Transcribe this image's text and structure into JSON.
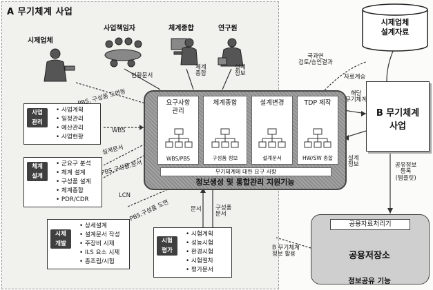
{
  "region_a": {
    "title": "A 무기체계 사업",
    "actors": {
      "trial_company": "시제업체",
      "project_manager": "사업책임자",
      "system_engineering": "체계종합",
      "researcher": "연구원"
    }
  },
  "side_boxes": {
    "project_management": {
      "tag": "사업\n관리",
      "items": [
        "사업계획",
        "일정관리",
        "예산관리",
        "사업현황"
      ]
    },
    "system_design": {
      "tag": "체계\n설계",
      "items": [
        "군요구 분석",
        "체계 설계",
        "구성품 설계",
        "체계종합",
        "PDR/CDR"
      ]
    },
    "trial_development": {
      "tag": "시제\n개발",
      "items": [
        "상세설계",
        "설계문서 작성",
        "주장비 시제",
        "ILS 요소 시제",
        "총조립/시험"
      ]
    },
    "test_evaluation": {
      "tag": "시험\n평가",
      "items": [
        "시험계획",
        "성능시험",
        "환경시험",
        "시험절차",
        "평가문서"
      ]
    }
  },
  "central": {
    "cells": [
      {
        "title": "요구사항\n관리",
        "sub": "WBS/PBS"
      },
      {
        "title": "체계종합",
        "sub": "구성품 정보"
      },
      {
        "title": "설계변경",
        "sub": "설계문서"
      },
      {
        "title": "TDP 제작",
        "sub": "HW/SW 종합"
      }
    ],
    "requirements_bar": "무기체계에 대한 요구 사항",
    "footer": "정보생성 및 통합관리 지원기능"
  },
  "b_project": {
    "title": "B 무기체계\n사업"
  },
  "trial_docs": {
    "title": "시제업체\n설계자료"
  },
  "shared_store": {
    "label": "공용자료처리기",
    "store": "공용저장소",
    "footer": "정보공유 기능"
  },
  "flow_labels": {
    "pbs_drawing": "PBS, 구성품 도면등",
    "status_report": "현황문서",
    "system_integration": "체계\n종합",
    "design_info": "설계\n정보",
    "national_review": "국과연\n검토/승인결과",
    "data_transfer": "자료계승",
    "wbs": "WBS",
    "design_doc": "설계문서",
    "pbs_component_doc": "PBS,구성품,문서",
    "lcn": "LCN",
    "pbs_component_drawing": "PBS,구성품 도면",
    "document": "문서",
    "component_document": "구성품\n문서",
    "corresponding_system": "해당\n무기체계",
    "design_info_b": "설계\n정보",
    "shared_registration": "공유정보\n등록\n(템플릿)",
    "b_utilization": "B 무기체계\n정보 활용"
  }
}
